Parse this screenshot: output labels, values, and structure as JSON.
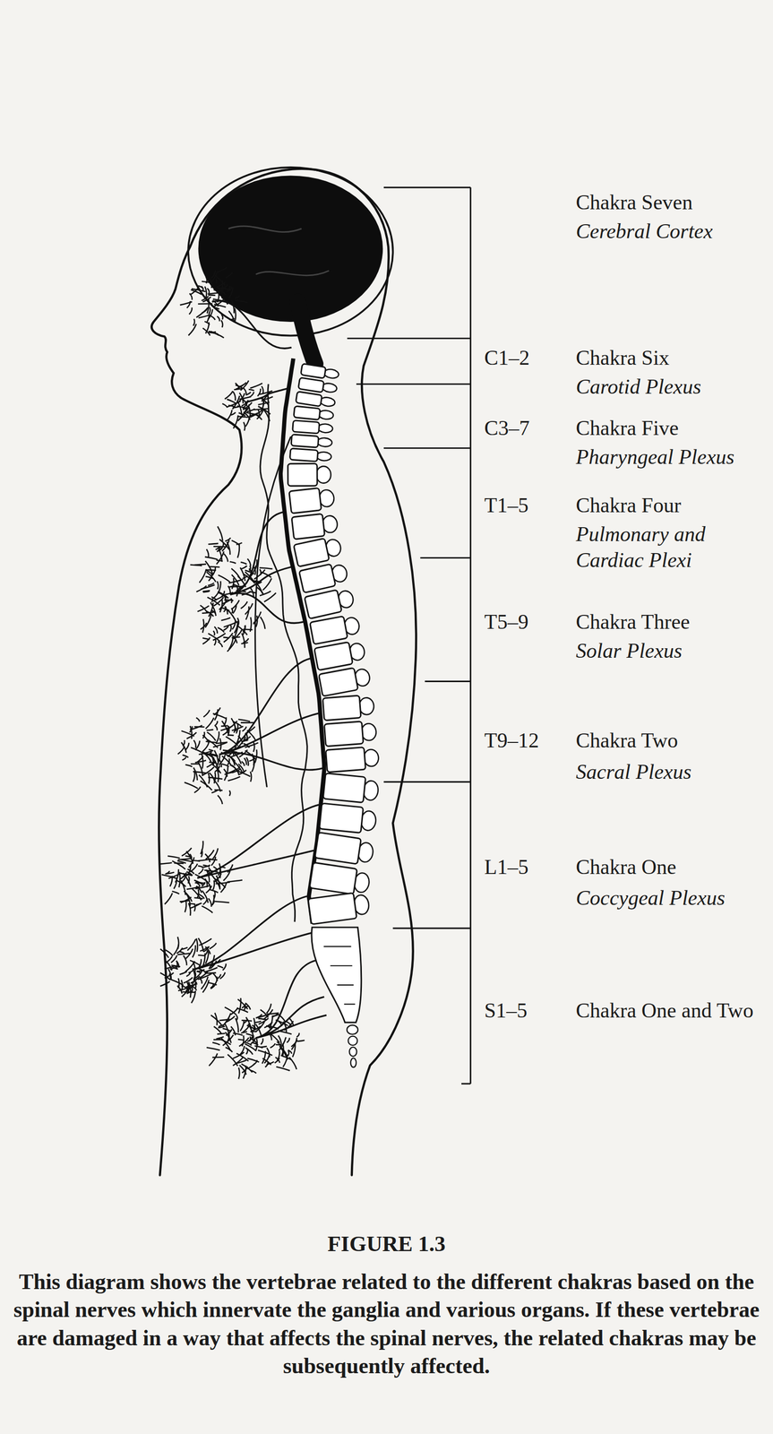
{
  "diagram": {
    "title": "FIGURE 1.3",
    "caption": "This diagram shows the vertebrae related to the different chakras based on the spinal nerves which innervate the ganglia and various organs. If these vertebrae are damaged in a way that affects the spinal nerves, the related chakras may be subsequently affected.",
    "labels": [
      "Chakra Seven",
      "Cerebral Cortex",
      "C1–2",
      "Chakra Six",
      "Carotid Plexus",
      "C3–7",
      "Chakra Five",
      "Pharyngeal Plexus",
      "T1–5",
      "Chakra Four",
      "Pulmonary and Cardiac Plexi",
      "T5–9",
      "Chakra Three",
      "Solar Plexus",
      "T9–12",
      "Chakra Two",
      "Sacral Plexus",
      "L1–5",
      "Chakra One",
      "Coccygeal Plexus",
      "S1–5",
      "Chakra One and Two"
    ]
  }
}
